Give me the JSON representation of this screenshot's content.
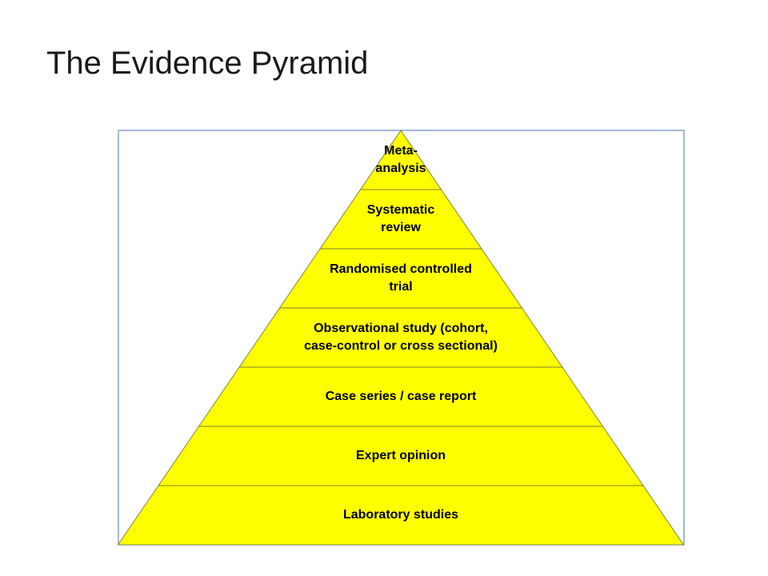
{
  "title": "The Evidence Pyramid",
  "colors": {
    "tier_fill": "#ffff00",
    "tier_stroke": "#6b6b3a",
    "frame_stroke": "#3f74b0",
    "text": "#000000"
  },
  "pyramid": {
    "tiers": [
      {
        "label": "Meta-\nanalysis"
      },
      {
        "label": "Systematic\nreview"
      },
      {
        "label": "Randomised controlled\ntrial"
      },
      {
        "label": "Observational study (cohort,\ncase-control or cross sectional)"
      },
      {
        "label": "Case series / case report"
      },
      {
        "label": "Expert opinion"
      },
      {
        "label": "Laboratory studies"
      }
    ]
  }
}
